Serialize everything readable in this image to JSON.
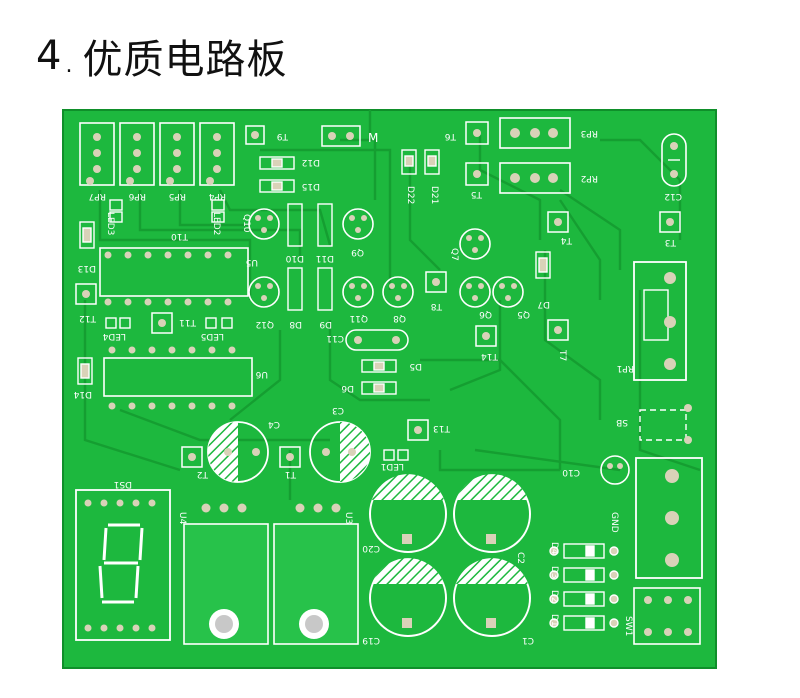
{
  "heading": {
    "number": "4",
    "separator": ".",
    "text": "优质电路板"
  },
  "colors": {
    "board": "#1db83e",
    "board_dark": "#0f9a2c",
    "trace": "#18a936",
    "silk": "#ffffff",
    "pad": "#d9d2b8",
    "copper_plate": "#27c24a"
  },
  "labels": {
    "rp7": "RP7",
    "rp6": "RP6",
    "rp5": "RP5",
    "rp4": "RP4",
    "t9": "T9",
    "m": "M",
    "t6": "T6",
    "rp3": "RP3",
    "rp2": "RP2",
    "d12": "D12",
    "d13": "D13",
    "d15": "D15",
    "d22": "D22",
    "d21": "D21",
    "t5": "T5",
    "c12": "C12",
    "led3": "LED3",
    "led2": "LED2",
    "t10": "T10",
    "q10": "Q10",
    "u5": "U5",
    "d10": "D10",
    "d11": "D11",
    "q9": "Q9",
    "q7": "Q7",
    "t4": "T4",
    "t3": "T3",
    "d13b": "D13",
    "t12": "T12",
    "q12": "Q12",
    "d8": "D8",
    "d9": "D9",
    "q11": "Q11",
    "q8": "Q8",
    "t8": "T8",
    "q6": "Q6",
    "q5": "Q5",
    "d7": "D7",
    "rp1": "RP1",
    "t11": "T11",
    "led4": "LED4",
    "led5": "LED5",
    "c11": "C11",
    "d5": "D5",
    "d6": "D6",
    "t14": "T14",
    "t7": "T7",
    "u6": "U6",
    "d14": "D14",
    "c4": "C4",
    "c3": "C3",
    "t13": "T13",
    "sb": "SB",
    "t2": "T2",
    "t1": "T1",
    "led1": "LED1",
    "c10": "C10",
    "ds1": "DS1",
    "u4": "U4",
    "u3": "U3",
    "gnd": "GND",
    "c20": "C20",
    "c2": "C2",
    "d4": "D4",
    "d3": "D3",
    "d2": "D2",
    "d1": "D1",
    "sw1": "SW1",
    "c19": "C19",
    "c1": "C1"
  }
}
